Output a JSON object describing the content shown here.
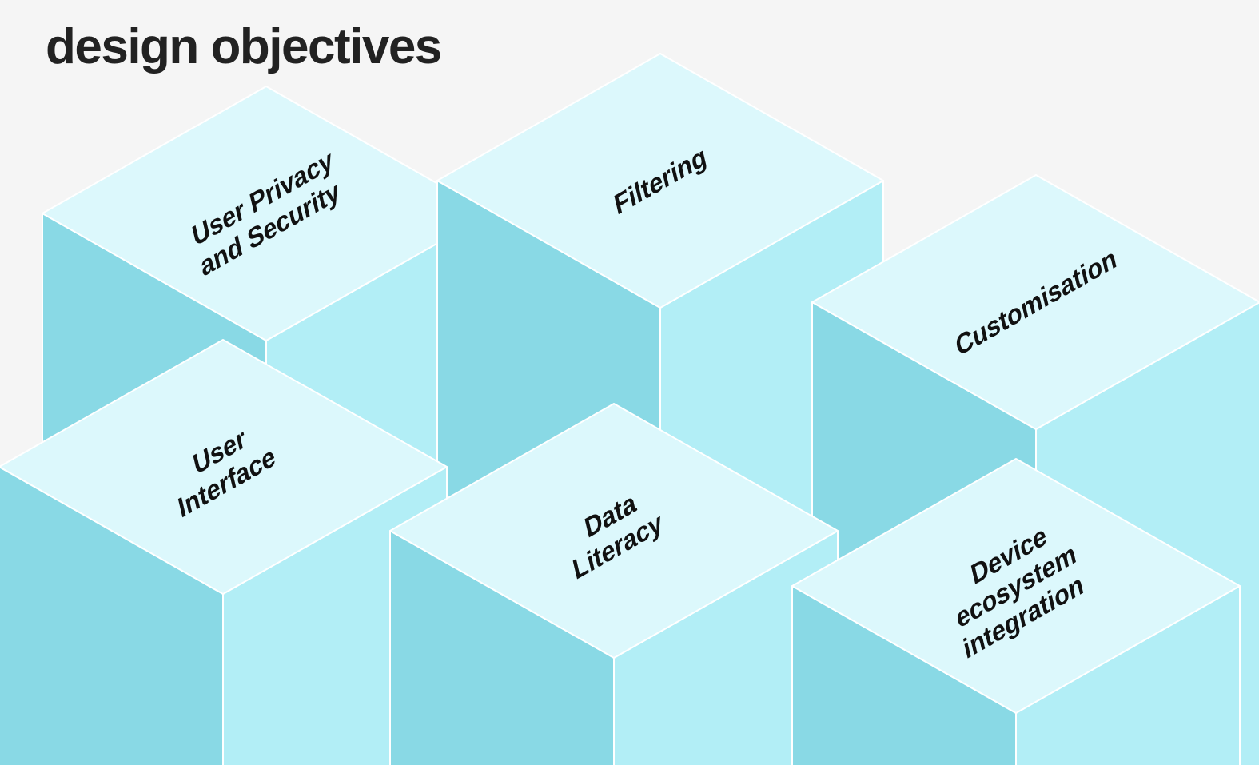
{
  "page": {
    "title": "design objectives"
  },
  "colors": {
    "background": "#f5f5f5",
    "top_face": "#dcf8fc",
    "left_face": "#89d9e5",
    "right_face": "#b2eef6",
    "edge": "#ffffff",
    "text": "#111111"
  },
  "objectives": [
    {
      "id": "privacy",
      "lines": [
        "User Privacy",
        "and Security"
      ]
    },
    {
      "id": "filtering",
      "lines": [
        "Filtering"
      ]
    },
    {
      "id": "customisation",
      "lines": [
        "Customisation"
      ]
    },
    {
      "id": "ui",
      "lines": [
        "User",
        "Interface"
      ]
    },
    {
      "id": "literacy",
      "lines": [
        "Data",
        "Literacy"
      ]
    },
    {
      "id": "device",
      "lines": [
        "Device",
        "ecosystem",
        "integration"
      ]
    }
  ]
}
